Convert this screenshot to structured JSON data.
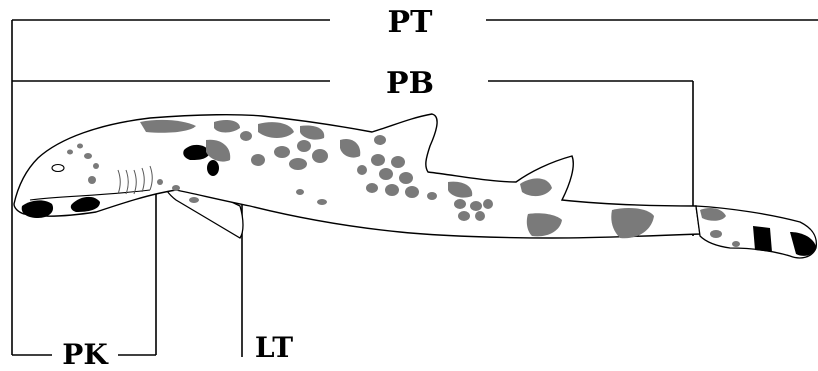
{
  "diagram": {
    "labels": {
      "pt": "PT",
      "pb": "PB",
      "pk": "PK",
      "lt": "LT"
    },
    "colors": {
      "line": "#000000",
      "spot_dark": "#000000",
      "spot_gray": "#7a7a7a",
      "body_fill": "#ffffff"
    },
    "subject": "shark-illustration"
  }
}
